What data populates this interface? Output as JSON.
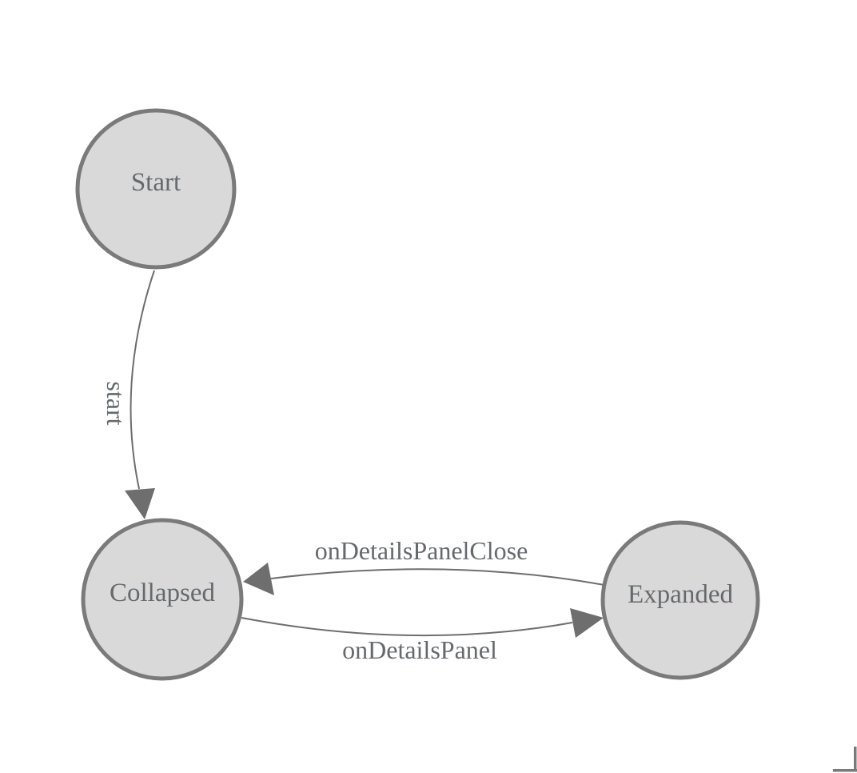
{
  "diagram": {
    "type": "state-machine",
    "nodes": [
      {
        "id": "start",
        "label": "Start",
        "shape": "circle"
      },
      {
        "id": "collapsed",
        "label": "Collapsed",
        "shape": "circle"
      },
      {
        "id": "expanded",
        "label": "Expanded",
        "shape": "circle"
      }
    ],
    "edges": [
      {
        "from": "Start",
        "to": "Collapsed",
        "label": "start",
        "label_rotation_deg": 90
      },
      {
        "from": "Collapsed",
        "to": "Expanded",
        "label": "onDetailsPanel",
        "label_rotation_deg": 0
      },
      {
        "from": "Expanded",
        "to": "Collapsed",
        "label": "onDetailsPanelClose",
        "label_rotation_deg": 0
      }
    ],
    "colors": {
      "node_fill": "#d9d9d9",
      "node_border": "#7a7a7a",
      "edge_stroke": "#6e6e6e",
      "label_text": "#66696d",
      "background": "#ffffff"
    }
  },
  "window": {
    "resize_corner_present": "true"
  }
}
